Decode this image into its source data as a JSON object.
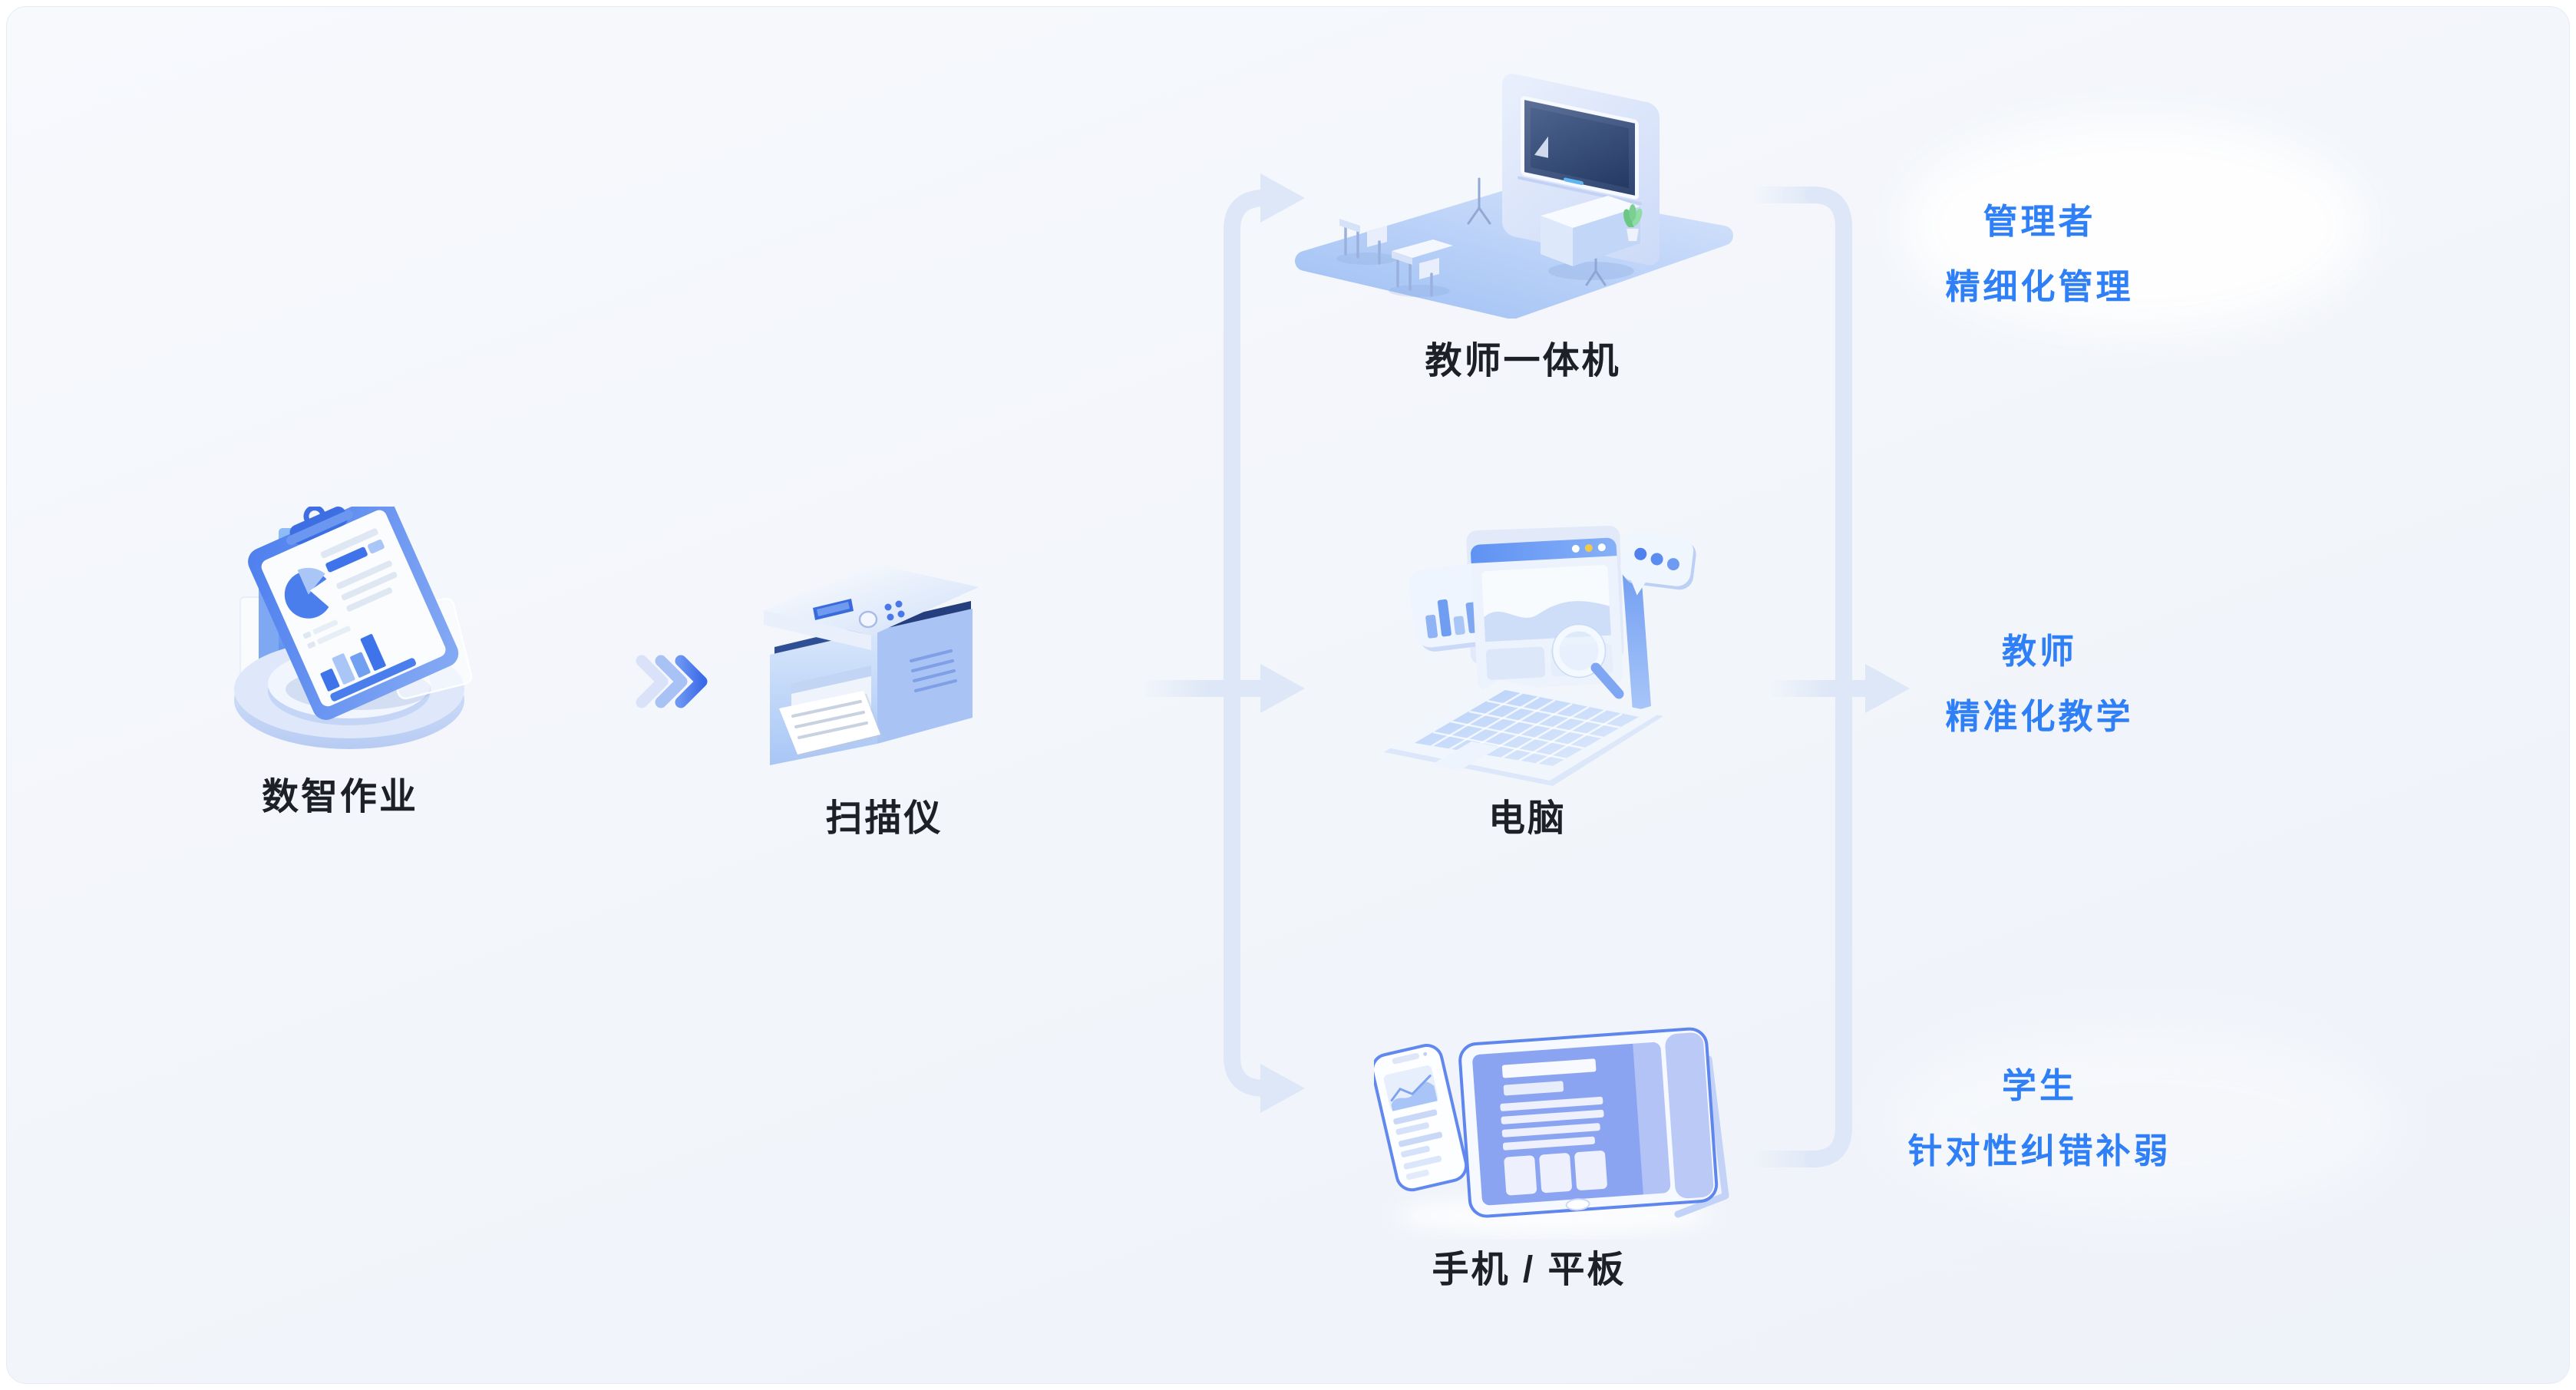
{
  "diagram": {
    "source": {
      "label": "数智作业"
    },
    "transfer": {
      "label": "扫描仪"
    },
    "devices": [
      {
        "label": "教师一体机"
      },
      {
        "label": "电脑"
      },
      {
        "label": "手机 / 平板"
      }
    ],
    "outcomes": [
      {
        "role": "管理者",
        "benefit": "精细化管理"
      },
      {
        "role": "教师",
        "benefit": "精准化教学"
      },
      {
        "role": "学生",
        "benefit": "针对性纠错补弱"
      }
    ]
  },
  "icons": {
    "source": "clipboard-analytics-icon",
    "flow": "fast-forward-chevrons-icon",
    "transfer": "scanner-printer-icon",
    "device_1": "classroom-display-icon",
    "device_2": "laptop-icon",
    "device_3": "phone-tablet-icon"
  },
  "colors": {
    "background": "#f2f5fa",
    "arrow": "#dee7f7",
    "accent_blue_text": "#2f7ff7",
    "dark_label": "#1d2026",
    "chevron_strong": "#4a78ea"
  }
}
